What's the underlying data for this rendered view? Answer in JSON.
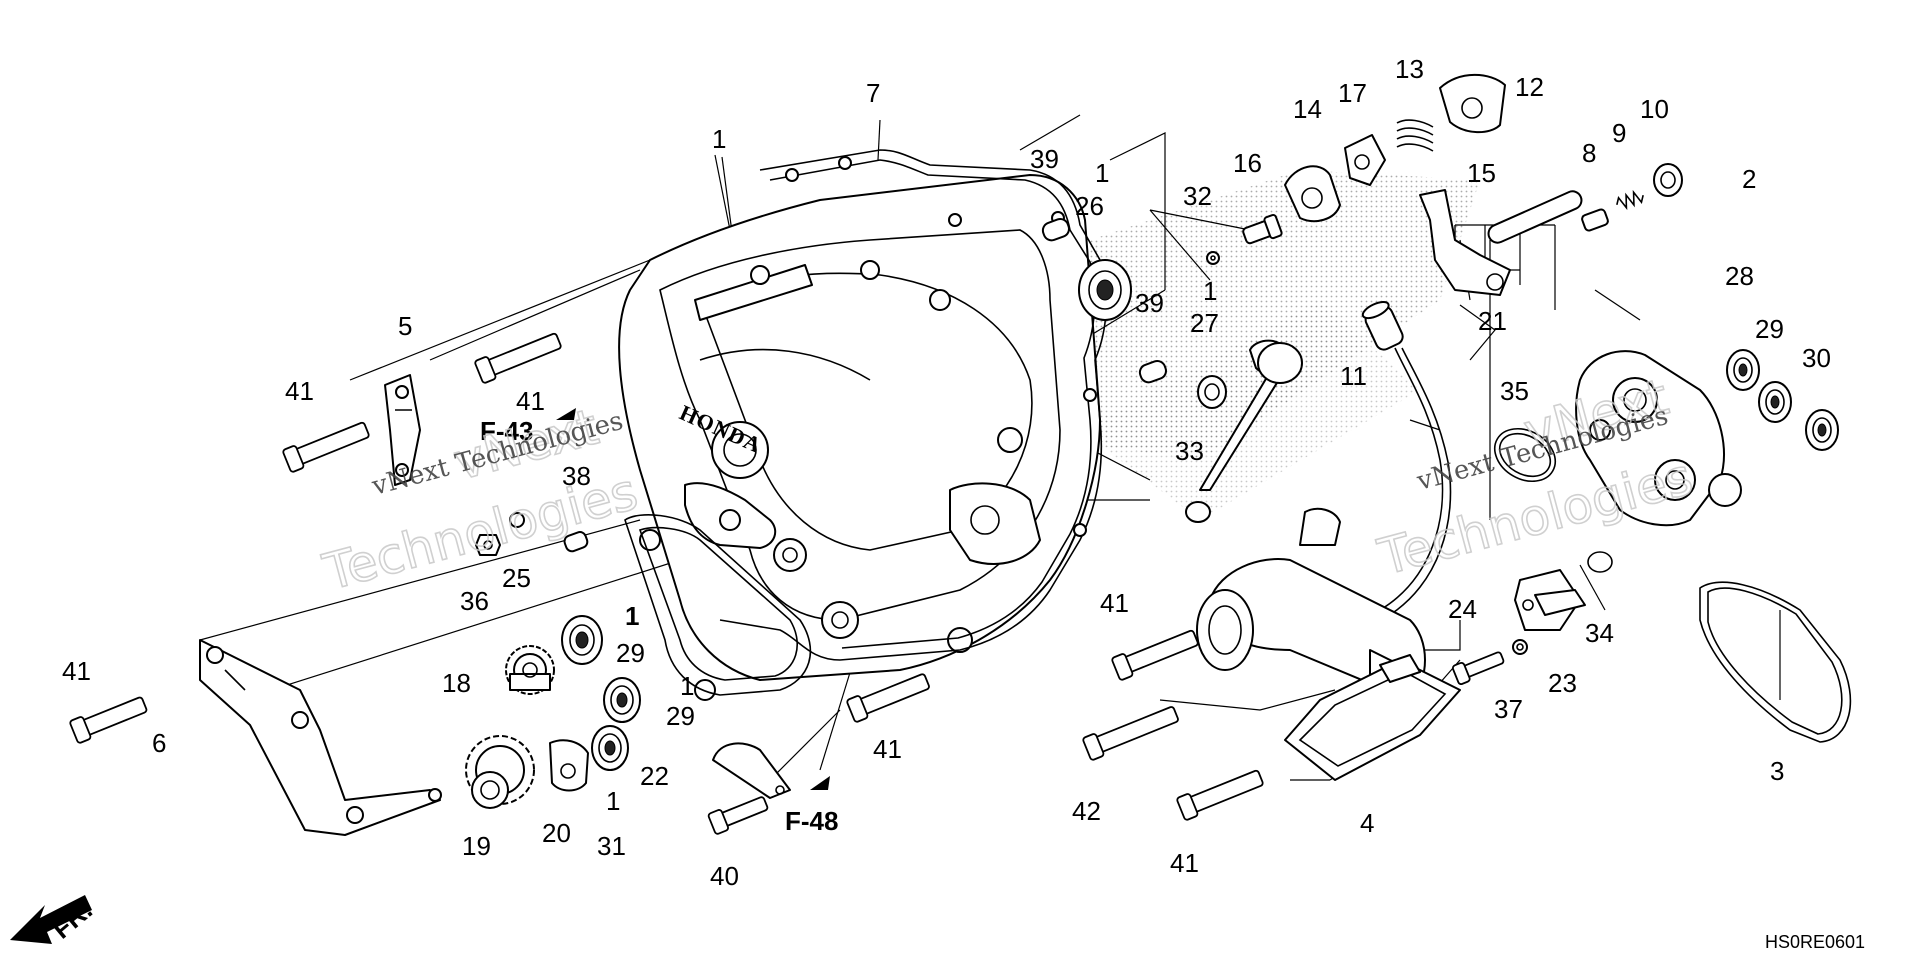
{
  "diagram": {
    "diagram_code": "HS0RE0601",
    "front_marker": "FR.",
    "emblem_text": "HONDA",
    "watermark": {
      "brand": "vNext",
      "word": "Technologies",
      "full": "vNext Technologies"
    },
    "references": [
      "F-43",
      "F-48"
    ],
    "callouts": [
      "1",
      "2",
      "3",
      "4",
      "5",
      "6",
      "7",
      "8",
      "9",
      "10",
      "11",
      "12",
      "13",
      "14",
      "15",
      "16",
      "17",
      "18",
      "19",
      "20",
      "21",
      "22",
      "23",
      "24",
      "25",
      "26",
      "27",
      "28",
      "29",
      "30",
      "31",
      "32",
      "33",
      "34",
      "35",
      "36",
      "37",
      "38",
      "39",
      "40",
      "41",
      "42"
    ]
  }
}
